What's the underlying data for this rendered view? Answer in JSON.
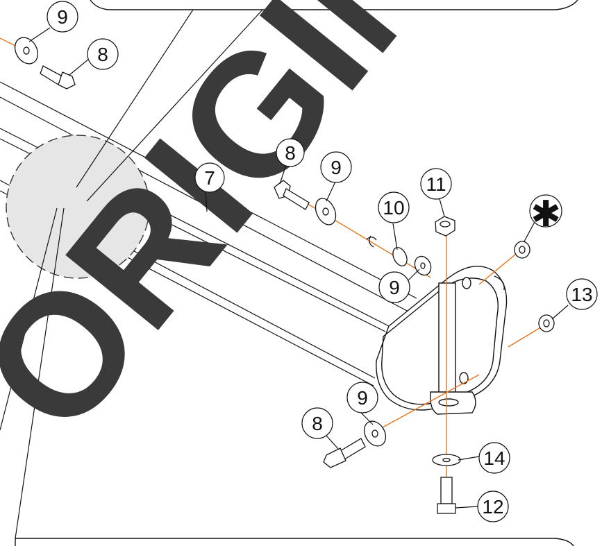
{
  "diagram": {
    "callouts": [
      {
        "id": "c9a",
        "label": "9"
      },
      {
        "id": "c8a",
        "label": "8"
      },
      {
        "id": "c8b",
        "label": "8"
      },
      {
        "id": "c9b",
        "label": "9"
      },
      {
        "id": "c7",
        "label": "7"
      },
      {
        "id": "c11",
        "label": "11"
      },
      {
        "id": "c10",
        "label": "10"
      },
      {
        "id": "cstar",
        "label": "✱"
      },
      {
        "id": "c9c",
        "label": "9"
      },
      {
        "id": "c13",
        "label": "13"
      },
      {
        "id": "c9d",
        "label": "9"
      },
      {
        "id": "c8c",
        "label": "8"
      },
      {
        "id": "c14",
        "label": "14"
      },
      {
        "id": "c12",
        "label": "12"
      }
    ],
    "watermark": "ORIGINAL",
    "colors": {
      "line": "#111111",
      "assembly_line": "#e8731a",
      "watermark": "#3a3a3a",
      "detail_circle": "#e6e6e6"
    }
  }
}
